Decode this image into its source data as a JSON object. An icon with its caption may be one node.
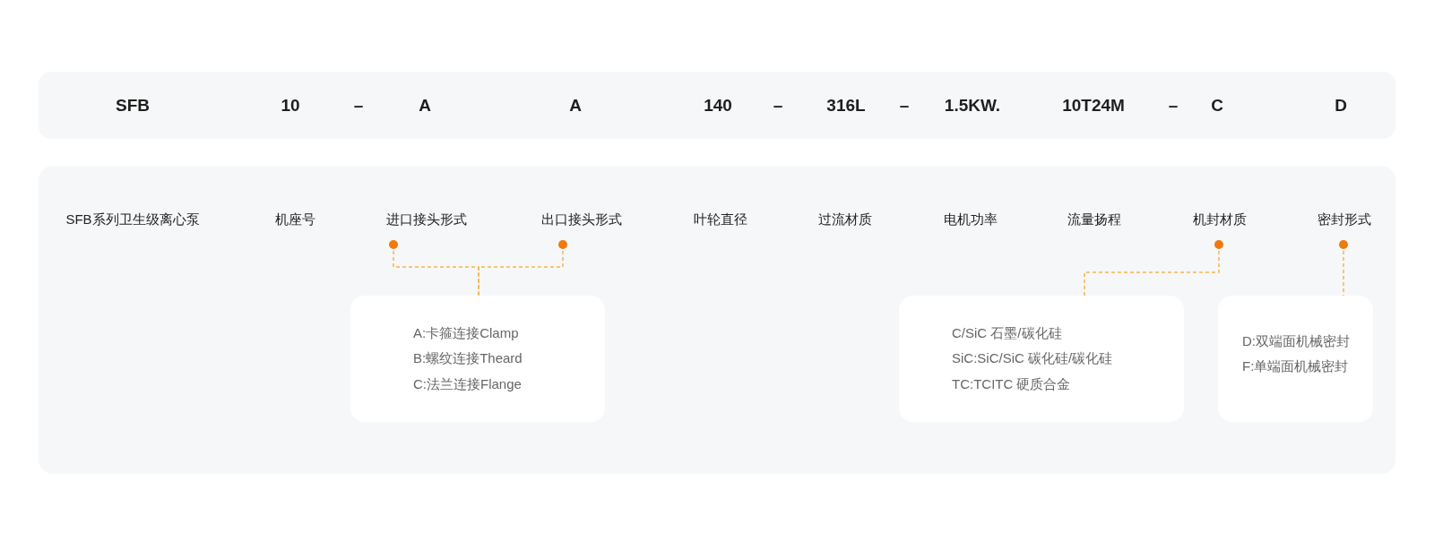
{
  "diagram": {
    "nodes": [
      {
        "text": [
          "SFB",
          "10",
          "–",
          "A",
          "A",
          "140",
          "–",
          "316L",
          "–",
          "1.5KW.",
          "10T24M",
          "–",
          "C",
          "D"
        ]
      },
      {
        "text": [
          "SFB系列卫生级离心泵",
          "机座号",
          "叶轮直径",
          "过流材质",
          "电机功率",
          "流量扬程"
        ]
      },
      {
        "text": [
          "进口接头形式"
        ],
        "in": 1
      },
      {
        "text": [
          "出口接头形式"
        ],
        "in": 1
      },
      {
        "text": [
          "机封材质"
        ],
        "in": 1
      },
      {
        "text": [
          "密封形式"
        ],
        "in": 1
      },
      {
        "text": [
          "A:卡箍连接Clamp",
          "B:螺纹连接Theard",
          "C:法兰连接Flange"
        ],
        "in": 1
      },
      {
        "text": [
          "C/SiC 石墨/碳化硅",
          "SiC:SiC/SiC 碳化硅/碳化硅",
          "TC:TCITC 硬质合金"
        ],
        "in": 1
      },
      {
        "text": [
          "D:双端面机械密封",
          "F:单端面机械密封"
        ],
        "in": 1
      }
    ],
    "edges": [
      {
        "from": 2,
        "to": 6,
        "arrow": "other",
        "style": "dashed"
      },
      {
        "from": 3,
        "to": 6,
        "arrow": "other",
        "style": "dashed"
      },
      {
        "from": 4,
        "to": 7,
        "arrow": "other",
        "style": "dashed"
      },
      {
        "from": 5,
        "to": 8,
        "arrow": "other",
        "style": "dashed"
      }
    ]
  }
}
